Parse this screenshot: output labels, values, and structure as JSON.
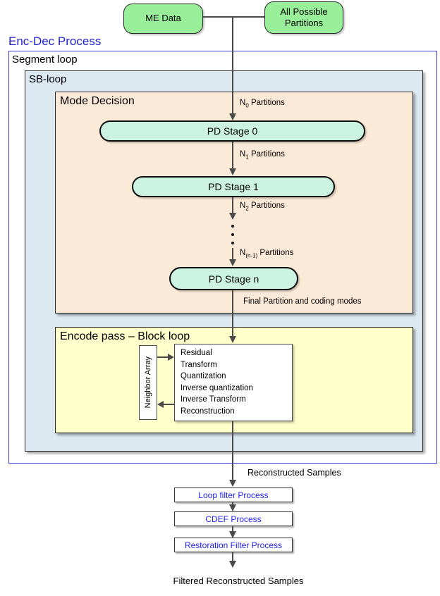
{
  "diagram": {
    "title": "Enc-Dec Process",
    "inputs": {
      "me_data": "ME Data",
      "all_partitions": "All Possible Partitions"
    },
    "loops": {
      "segment": "Segment loop",
      "sb": "SB-loop"
    },
    "mode_decision": {
      "title": "Mode Decision",
      "stages": [
        "PD Stage 0",
        "PD Stage 1",
        "PD Stage n"
      ],
      "partition_labels": [
        {
          "base": "N",
          "sub": "0",
          "rest": " Partitions"
        },
        {
          "base": "N",
          "sub": "1",
          "rest": " Partitions"
        },
        {
          "base": "N",
          "sub": "2",
          "rest": " Partitions"
        },
        {
          "base": "N",
          "sub": "(n-1)",
          "rest": " Partitions"
        }
      ],
      "output_label": "Final Partition and coding modes"
    },
    "encode_pass": {
      "title": "Encode pass – Block loop",
      "neighbor_array": "Neighbor Array",
      "steps": [
        "Residual",
        "Transform",
        "Quantization",
        "Inverse quantization",
        "Inverse Transform",
        "Reconstruction"
      ]
    },
    "post": {
      "reconstructed_label": "Reconstructed Samples",
      "filters": [
        "Loop filter Process",
        "CDEF Process",
        "Restoration Filter Process"
      ],
      "filtered_label": "Filtered Reconstructed Samples"
    },
    "colors": {
      "input_fill": "#99ee99",
      "stage_fill": "#ccf3e2",
      "sb_fill": "#dce9f1",
      "mode_decision_fill": "#fcead8",
      "encode_fill": "#ffffcb",
      "outer_border": "#3c3cdd",
      "title_blue": "#2222cc",
      "filter_text": "#2222ee",
      "line": "#4a4a4a"
    }
  }
}
